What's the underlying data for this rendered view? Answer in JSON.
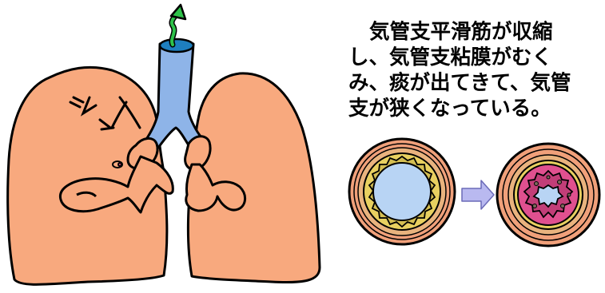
{
  "caption": {
    "lines": [
      "気管支平滑筋が収縮",
      "し、気管支粘膜がむく",
      "み、痰が出てきて、気管",
      "支が狭くなっている。"
    ]
  },
  "colors": {
    "lung_fill": "#F8A97E",
    "lung_outline": "#000000",
    "bronchus_fill": "#8EB4E8",
    "airflow_arrow": "#2EC24A",
    "tube_wall_outer": "#F0A07A",
    "tube_muscle_band": "#E8D060",
    "tube_lumen_normal": "#B8D4F4",
    "tube_mucosa_swollen": "#E0508F",
    "arrow_fill": "#B9B9F0"
  },
  "icons": {
    "airflow": "airflow-arrow-icon",
    "transition": "right-arrow-icon",
    "constriction": "constriction-marks-icon"
  }
}
